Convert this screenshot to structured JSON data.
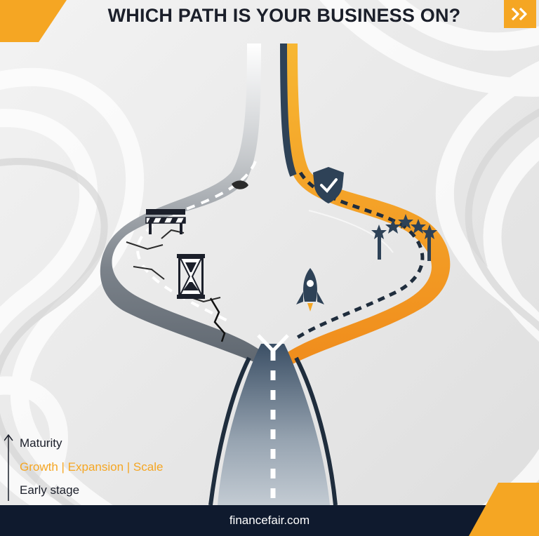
{
  "header": {
    "title": "WHICH PATH IS YOUR BUSINESS ON?",
    "forward_icon": "double-chevron-right-icon"
  },
  "legend": {
    "top": "Maturity",
    "middle": "Growth | Expansion | Scale",
    "bottom": "Early stage"
  },
  "footer": {
    "site": "financefair.com"
  },
  "colors": {
    "accent": "#f5a623",
    "navy": "#0f1a2e",
    "road_dark": "#2e4257",
    "road_grey": "#6c737c",
    "background": "#ececec"
  },
  "icons": [
    "shield-check-icon",
    "stars-icon",
    "rocket-icon",
    "hourglass-icon",
    "road-barrier-icon",
    "pothole-icon",
    "crack-icon"
  ]
}
